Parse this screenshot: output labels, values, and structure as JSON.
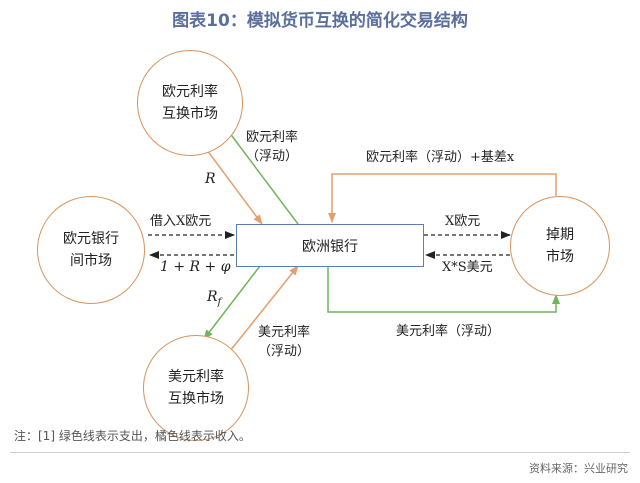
{
  "title": "图表10：模拟货币互换的简化交易结构",
  "nodes": {
    "euro_rate_market": "欧元利率\n互换市场",
    "euro_interbank": "欧元银行\n间市场",
    "usd_rate_market": "美元利率\n互换市场",
    "bank": "欧洲银行",
    "forward_market": "掉期\n市场"
  },
  "labels": {
    "euro_float_top": "欧元利率\n（浮动）",
    "r_symbol": "R",
    "euro_float_basis": "欧元利率（浮动）+基差x",
    "borrow_euro": "借入X欧元",
    "one_plus_r": "1 + R + φ",
    "x_euro": "X欧元",
    "xs_usd": "X*S美元",
    "rf_symbol": "R",
    "rf_sub": "f",
    "usd_float_left": "美元利率\n（浮动）",
    "usd_float_bottom": "美元利率（浮动）"
  },
  "note": "注：[1] 绿色线表示支出，橘色线表示收入。",
  "source": "资料来源：兴业研究",
  "colors": {
    "orange": "#e3a06c",
    "green": "#6fb55a",
    "blue": "#5b7fb5",
    "title": "#5a6f9c"
  }
}
